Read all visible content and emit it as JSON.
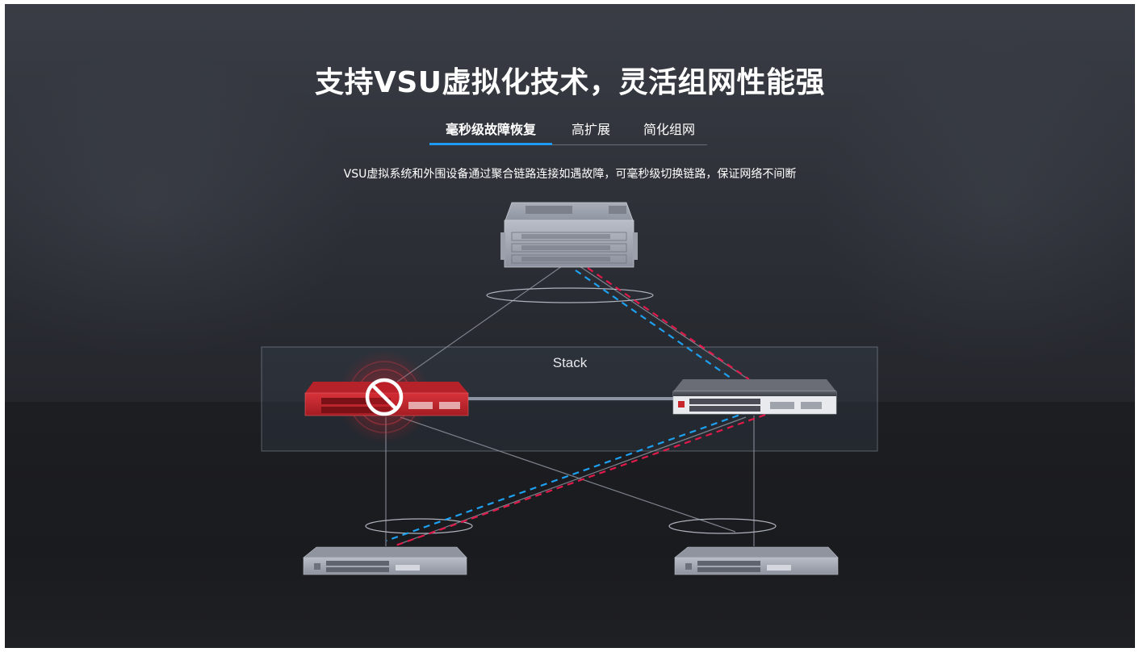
{
  "header": {
    "title": "支持VSU虚拟化技术，灵活组网性能强"
  },
  "tabs": [
    {
      "label": "毫秒级故障恢复",
      "active": true
    },
    {
      "label": "高扩展",
      "active": false
    },
    {
      "label": "简化组网",
      "active": false
    }
  ],
  "description": "VSU虚拟系统和外围设备通过聚合链路连接如遇故障，可毫秒级切换链路，保证网络不间断",
  "diagram": {
    "stack_label": "Stack",
    "failed_switch_color": "#c8242b",
    "link_colors": {
      "primary": "#e0194a",
      "backup": "#1ea0f0",
      "physical": "#9aa0ab"
    },
    "nodes": [
      "core-device",
      "failed-switch",
      "active-switch",
      "access-switch-left",
      "access-switch-right"
    ],
    "failure_icon": "prohibited-icon"
  },
  "colors": {
    "accent": "#1e9bf0",
    "background": "#2a2c33"
  }
}
